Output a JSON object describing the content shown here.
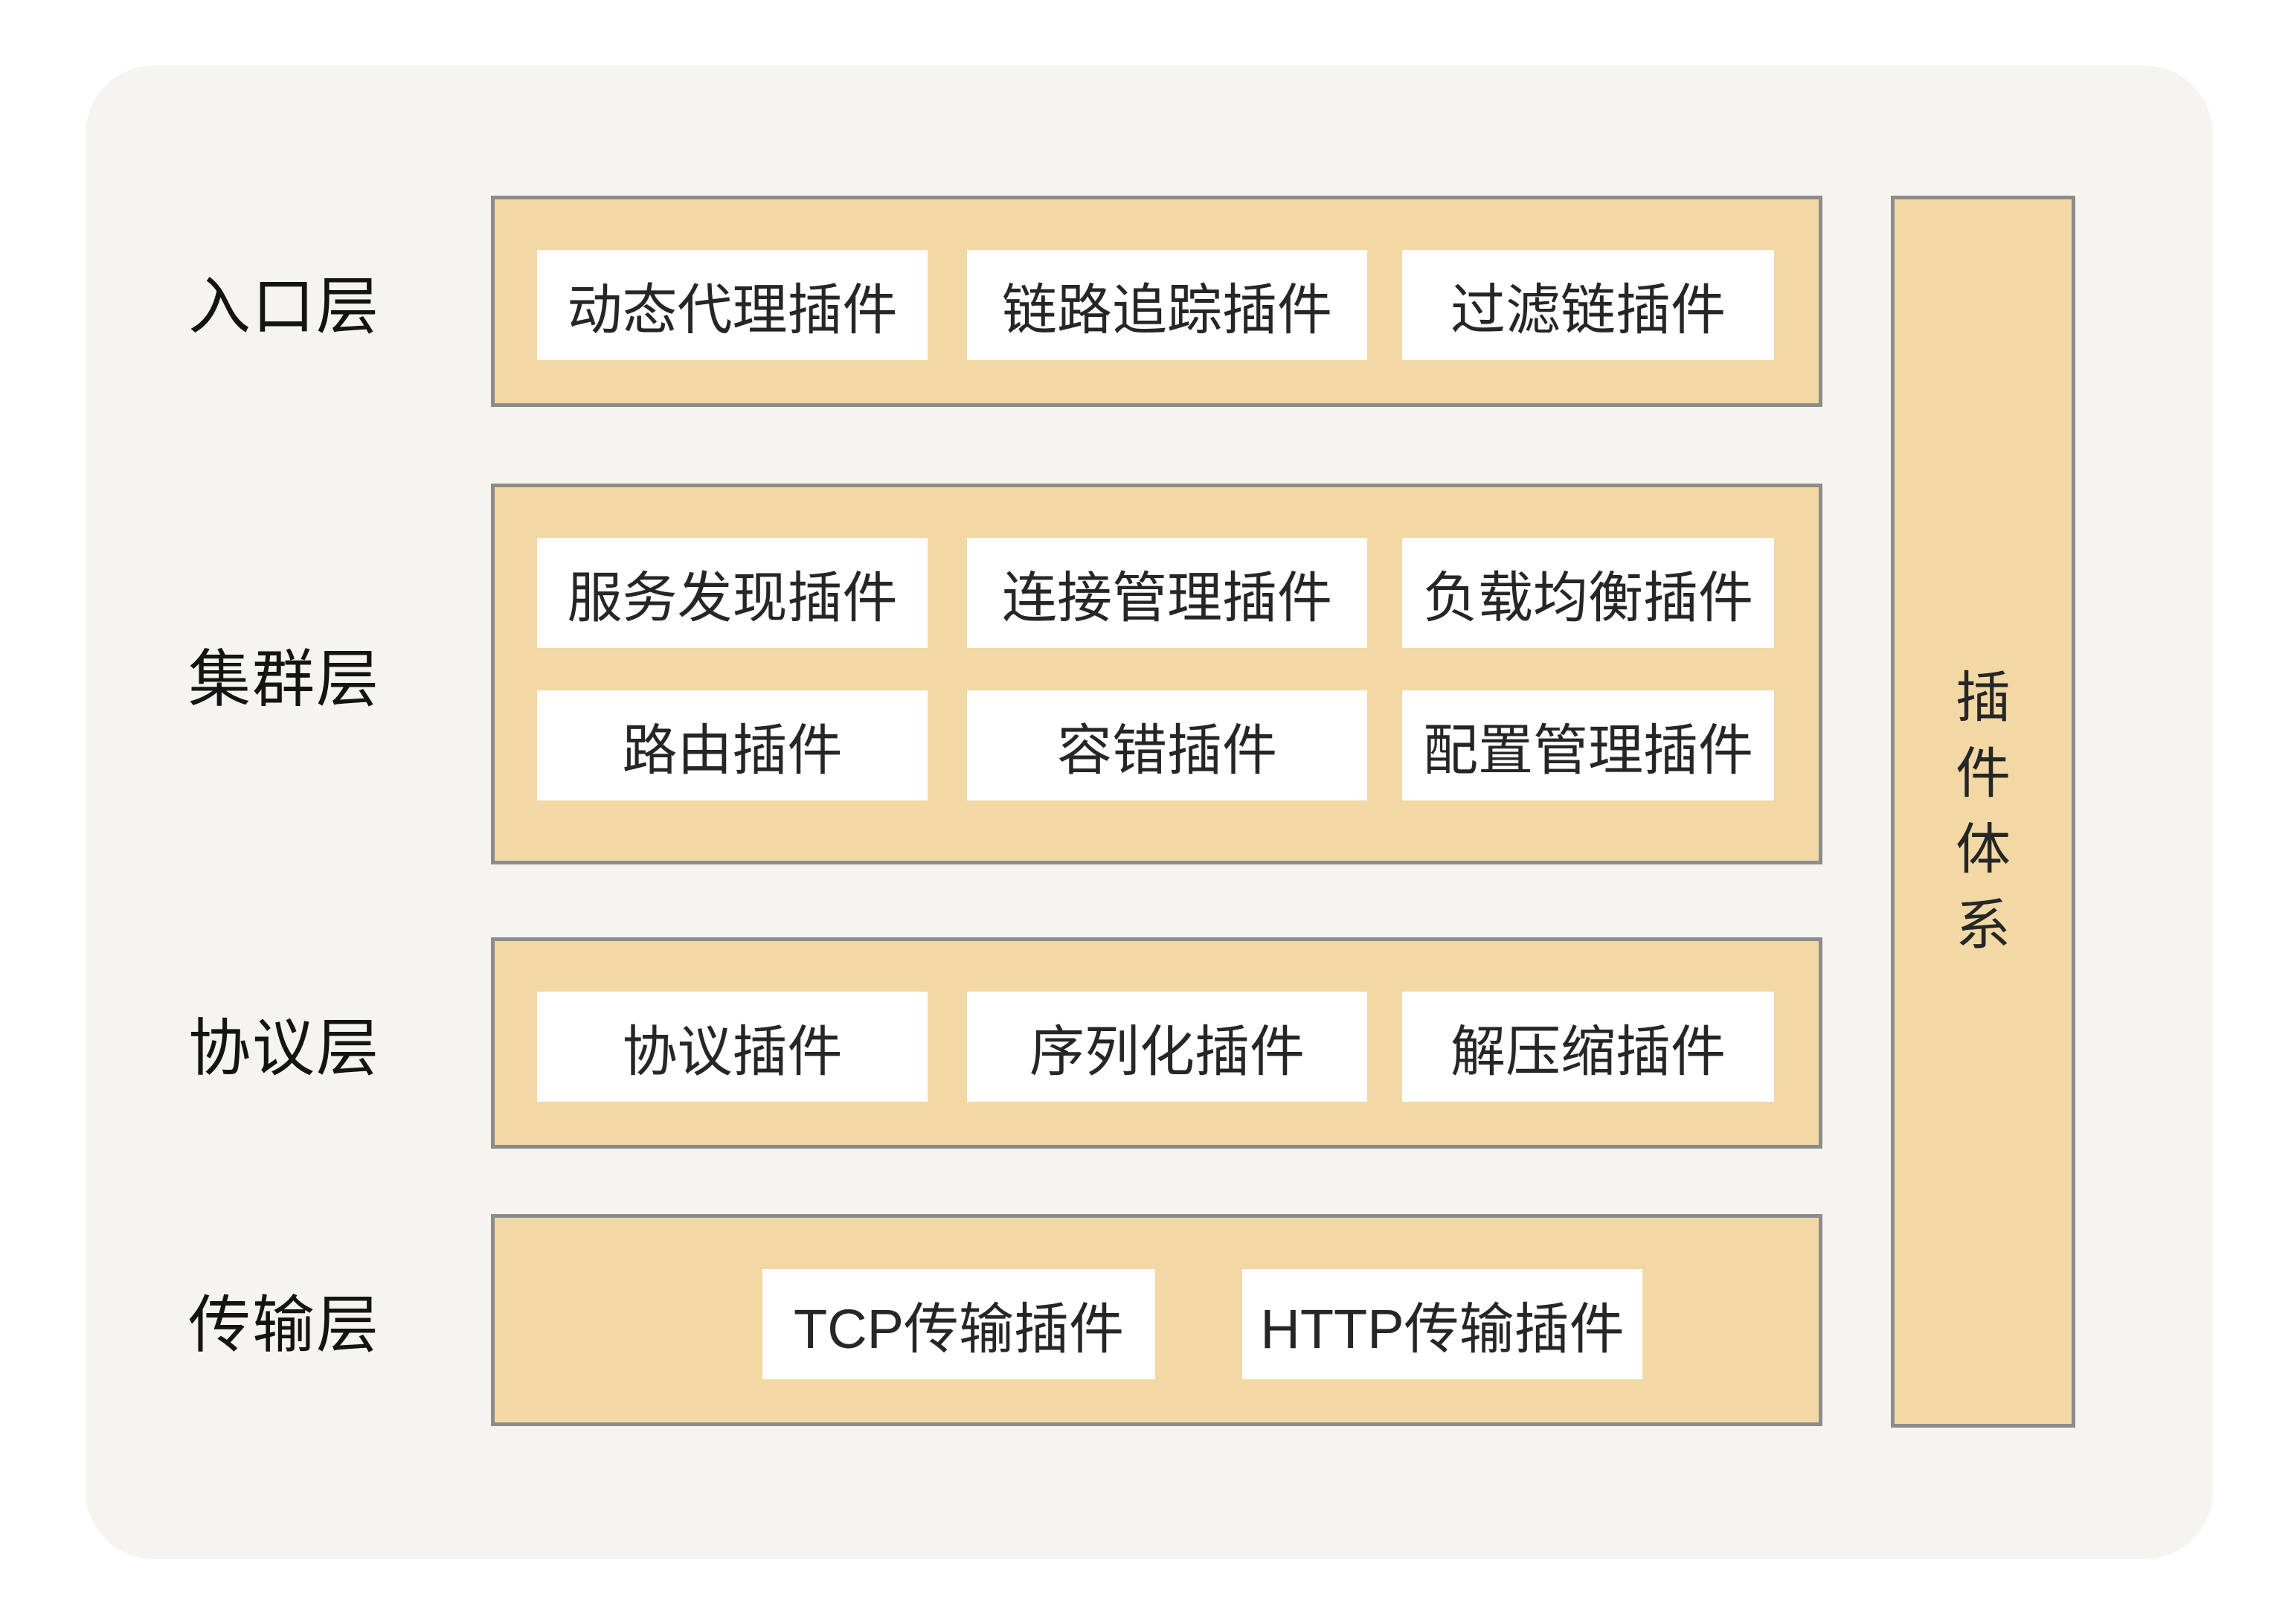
{
  "diagram": {
    "side_band": {
      "label": "插件体系",
      "chars": [
        "插",
        "件",
        "体",
        "系"
      ]
    },
    "layers": [
      {
        "label": "入口层",
        "rows": [
          [
            "动态代理插件",
            "链路追踪插件",
            "过滤链插件"
          ]
        ]
      },
      {
        "label": "集群层",
        "rows": [
          [
            "服务发现插件",
            "连接管理插件",
            "负载均衡插件"
          ],
          [
            "路由插件",
            "容错插件",
            "配置管理插件"
          ]
        ]
      },
      {
        "label": "协议层",
        "rows": [
          [
            "协议插件",
            "序列化插件",
            "解压缩插件"
          ]
        ]
      },
      {
        "label": "传输层",
        "rows": [
          [
            "TCP传输插件",
            "HTTP传输插件"
          ]
        ]
      }
    ],
    "colors": {
      "band_fill": "#f2d8a4",
      "band_border": "#8c8c8c",
      "canvas_fill": "#f5f4ee",
      "box_fill": "#ffffff",
      "text": "#222222"
    }
  }
}
